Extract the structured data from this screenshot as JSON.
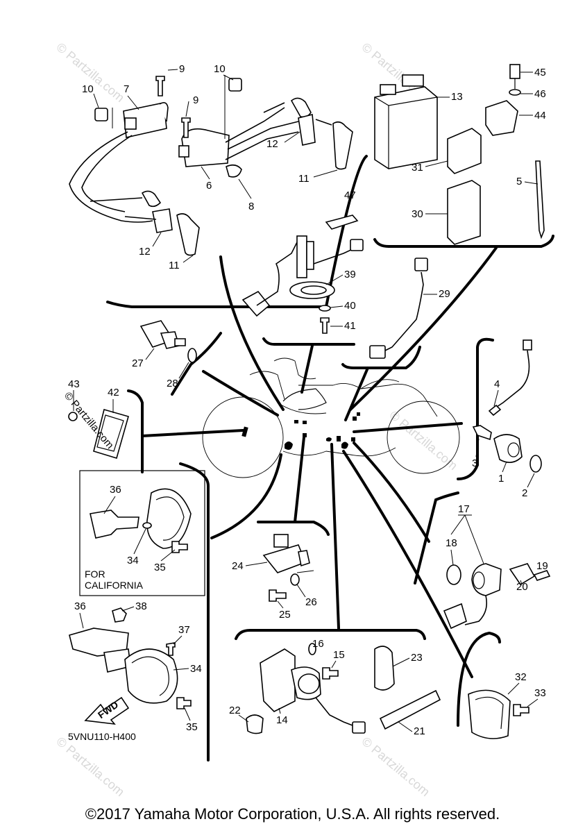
{
  "callouts": {
    "n1": "1",
    "n2": "2",
    "n3": "3",
    "n4": "4",
    "n5": "5",
    "n6": "6",
    "n7": "7",
    "n8": "8",
    "n9a": "9",
    "n9b": "9",
    "n10a": "10",
    "n10b": "10",
    "n11a": "11",
    "n11b": "11",
    "n12a": "12",
    "n12b": "12",
    "n13": "13",
    "n14": "14",
    "n15": "15",
    "n16": "16",
    "n17": "17",
    "n18": "18",
    "n19": "19",
    "n20": "20",
    "n21": "21",
    "n22": "22",
    "n23": "23",
    "n24": "24",
    "n25": "25",
    "n26": "26",
    "n27": "27",
    "n28": "28",
    "n29": "29",
    "n30": "30",
    "n31": "31",
    "n32": "32",
    "n33": "33",
    "n34a": "34",
    "n34b": "34",
    "n35a": "35",
    "n35b": "35",
    "n36a": "36",
    "n36b": "36",
    "n37": "37",
    "n38": "38",
    "n39": "39",
    "n40": "40",
    "n41": "41",
    "n42": "42",
    "n43": "43",
    "n44": "44",
    "n45": "45",
    "n46": "46",
    "n47": "47"
  },
  "california_box": {
    "line1": "FOR",
    "line2": "CALIFORNIA"
  },
  "fwd_arrow": "FWD",
  "diagram_code": "5VNU110-H400",
  "watermark": {
    "text": "© Partzilla.com",
    "side_text": "© Partzilla.com"
  },
  "copyright": "©2017 Yamaha Motor Corporation, U.S.A. All rights reserved."
}
